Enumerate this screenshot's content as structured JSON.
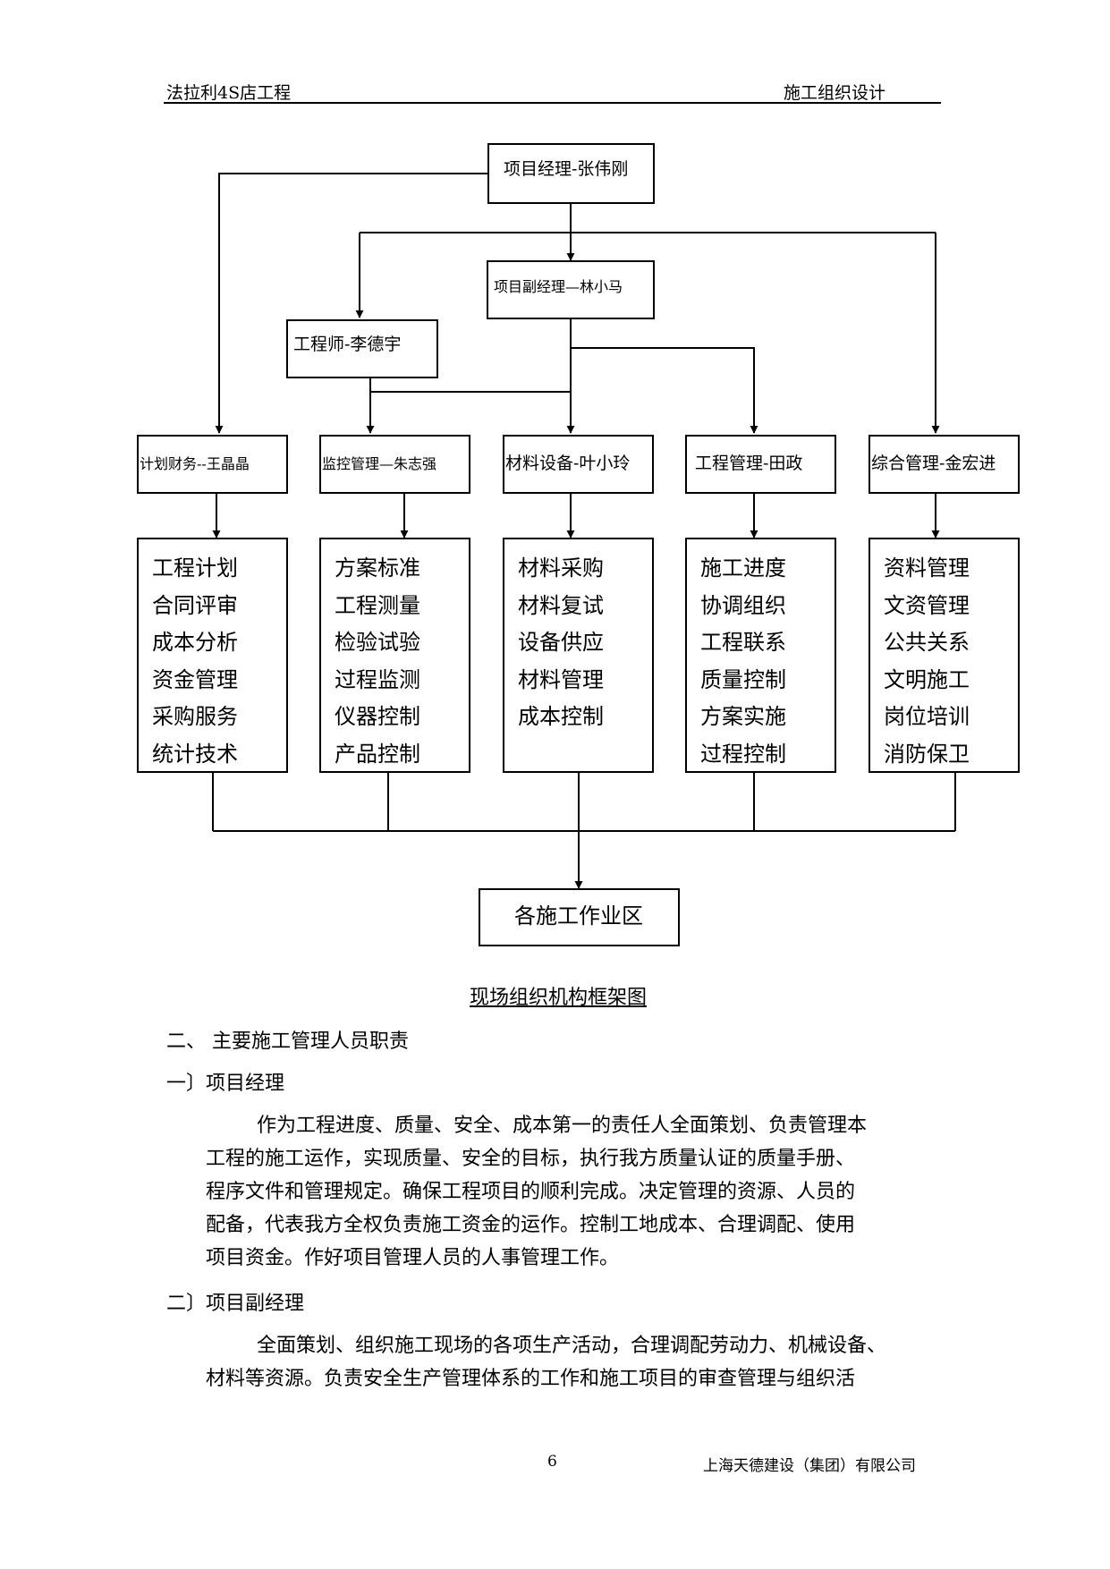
{
  "header": {
    "left": "法拉利4S店工程",
    "right": "施工组织设计"
  },
  "org_chart": {
    "project_manager": "项目经理-张伟刚",
    "deputy_manager": "项目副经理—林小马",
    "engineer": "工程师-李德宇",
    "departments": [
      {
        "name": "计划财务--王晶晶",
        "tasks": [
          "工程计划",
          "合同评审",
          "成本分析",
          "资金管理",
          "采购服务",
          "统计技术"
        ]
      },
      {
        "name": "监控管理—朱志强",
        "tasks": [
          "方案标准",
          "工程测量",
          "检验试验",
          "过程监测",
          "仪器控制",
          "产品控制"
        ]
      },
      {
        "name": "材料设备-叶小玲",
        "tasks": [
          "材料采购",
          "材料复试",
          "设备供应",
          "材料管理",
          "成本控制"
        ]
      },
      {
        "name": "工程管理-田政",
        "tasks": [
          "施工进度",
          "协调组织",
          "工程联系",
          "质量控制",
          "方案实施",
          "过程控制"
        ]
      },
      {
        "name": "综合管理-金宏进",
        "tasks": [
          "资料管理",
          "文资管理",
          "公共关系",
          "文明施工",
          "岗位培训",
          "消防保卫"
        ]
      }
    ],
    "bottom": "各施工作业区",
    "caption": "现场组织机构框架图"
  },
  "section": {
    "heading": "二、 主要施工管理人员职责",
    "items": [
      {
        "title": "一〕项目经理",
        "lines": [
          "作为工程进度、质量、安全、成本第一的责任人全面策划、负责管理本",
          "工程的施工运作，实现质量、安全的目标，执行我方质量认证的质量手册、",
          "程序文件和管理规定。确保工程项目的顺利完成。决定管理的资源、人员的",
          "配备，代表我方全权负责施工资金的运作。控制工地成本、合理调配、使用",
          "项目资金。作好项目管理人员的人事管理工作。"
        ]
      },
      {
        "title": "二〕项目副经理",
        "lines": [
          "全面策划、组织施工现场的各项生产活动，合理调配劳动力、机械设备、",
          "材料等资源。负责安全生产管理体系的工作和施工项目的审查管理与组织活"
        ]
      }
    ]
  },
  "footer": {
    "page_number": "6",
    "company": "上海天德建设（集团）有限公司"
  }
}
